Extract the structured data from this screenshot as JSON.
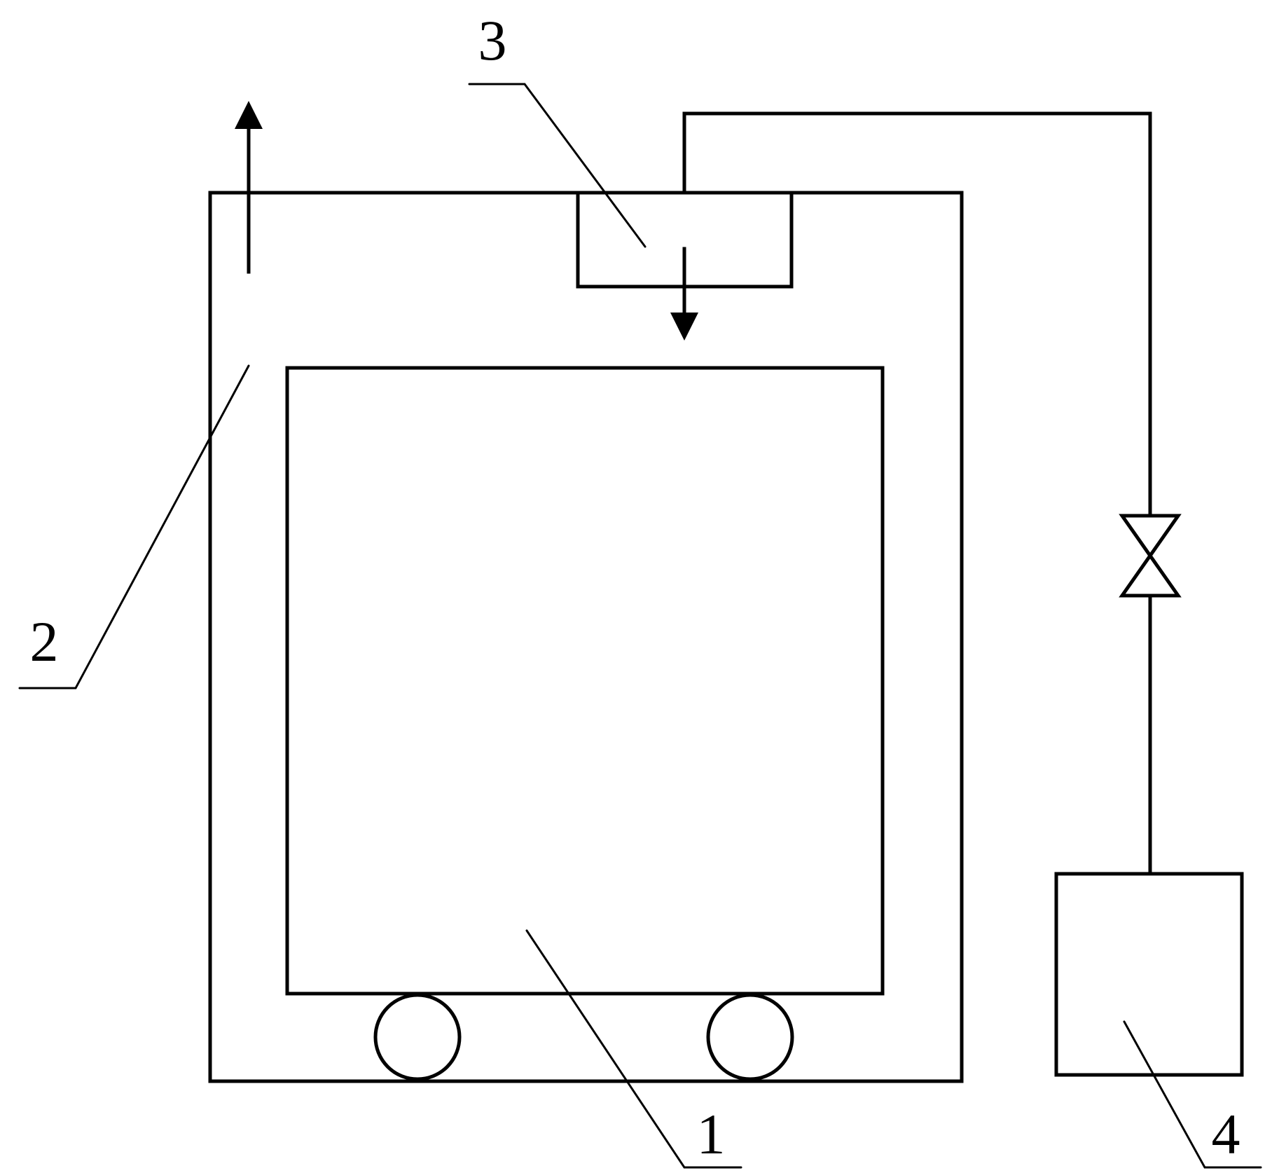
{
  "labels": {
    "part_1": "1",
    "part_2": "2",
    "part_3": "3",
    "part_4": "4"
  },
  "colors": {
    "line": "#000000",
    "background": "#ffffff"
  }
}
